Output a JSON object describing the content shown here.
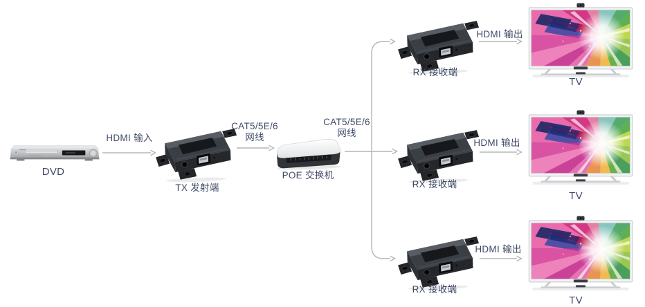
{
  "diagram": {
    "dvd": {
      "label": "DVD"
    },
    "hdmi_input": {
      "label": "HDMI 输入"
    },
    "transmitter": {
      "label": "TX 发射端"
    },
    "poe_switch": {
      "label": "POE 交换机"
    },
    "cat5_runs": [
      {
        "line1": "CAT5/5E/6",
        "line2": "网线"
      },
      {
        "line1": "CAT5/5E/6",
        "line2": "网线"
      }
    ],
    "branches": [
      {
        "rx_label": "RX 接收端",
        "hdmi_out_label": "HDMI 输出",
        "tv_label": "TV"
      },
      {
        "rx_label": "RX 接收端",
        "hdmi_out_label": "HDMI 输出",
        "tv_label": "TV"
      },
      {
        "rx_label": "RX 接收端",
        "hdmi_out_label": "HDMI 输出",
        "tv_label": "TV"
      }
    ],
    "icons": {
      "dvd": "dvd-player-photo",
      "transmitter": "hdmi-extender-tx-photo",
      "poe_switch": "poe-switch-photo",
      "receiver": "hdmi-extender-rx-photo",
      "tv": "television-photo",
      "connector": "arrow-line"
    },
    "colors": {
      "label_text": "#3f4b66",
      "connector_line": "#b4b6b9",
      "extender_body": "#2b2d31",
      "switch_top": "#f4f5f6",
      "background": "#ffffff"
    }
  }
}
